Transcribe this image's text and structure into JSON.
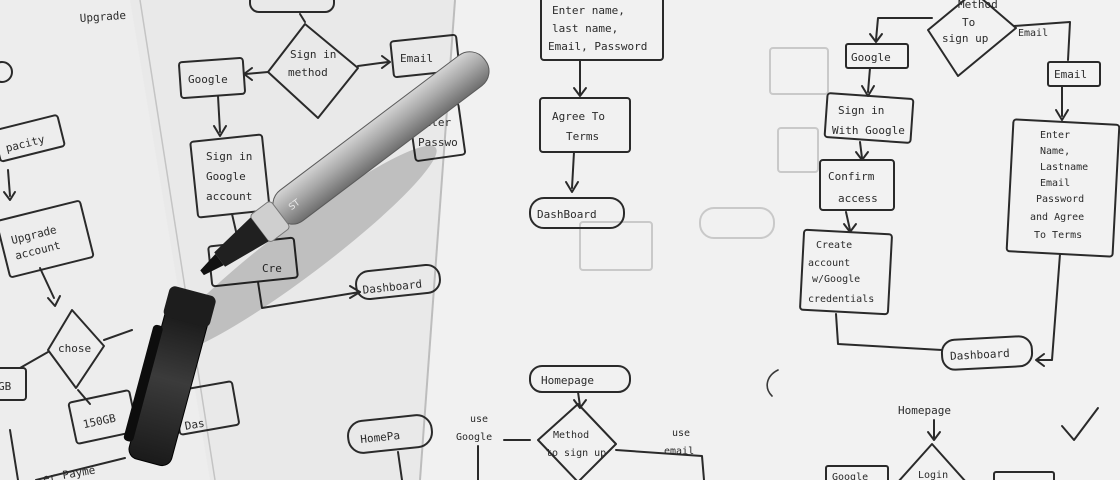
{
  "left_sheet": {
    "heading": "Upgrade",
    "capacity": "pacity",
    "upgrade_account": [
      "Upgrade",
      "account"
    ],
    "choose": "chose",
    "opt_gb": "GB",
    "opt_150": "150GB",
    "pay": "er Payme"
  },
  "middle_sheet": {
    "signin_method": [
      "Sign in",
      "method"
    ],
    "google": "Google",
    "email": "Email",
    "signin_google": [
      "Sign in",
      "Google",
      "account"
    ],
    "password": [
      "enter",
      "Passwo"
    ],
    "dashboard": "Dashboard",
    "homepage": "HomePa",
    "create": "Cre",
    "dash": "Das"
  },
  "center_sheet": {
    "enter_details": [
      "Enter name,",
      "last name,",
      "Email, Password"
    ],
    "agree": [
      "Agree To",
      "Terms"
    ],
    "dashboard": "DashBoard",
    "homepage": "Homepage",
    "method": [
      "Method",
      "to sign up"
    ],
    "use_google": [
      "use",
      "Google"
    ],
    "use_email": [
      "use",
      "email"
    ]
  },
  "right_sheet": {
    "method": [
      "Method",
      "To",
      "sign up"
    ],
    "google": "Google",
    "email": "Email",
    "signin_google": [
      "Sign in",
      "With Google"
    ],
    "confirm": [
      "Confirm",
      "access"
    ],
    "create": [
      "Create",
      "account",
      "w/Google",
      "credentials"
    ],
    "enter_details": [
      "Enter",
      "Name,",
      "Lastname",
      "Email",
      "Password",
      "and Agree",
      "To Terms"
    ],
    "dashboard": "Dashboard",
    "homepage": "Homepage",
    "login": "Login",
    "google_bottom": "Google"
  },
  "marker": {
    "cap_text": "ST"
  }
}
